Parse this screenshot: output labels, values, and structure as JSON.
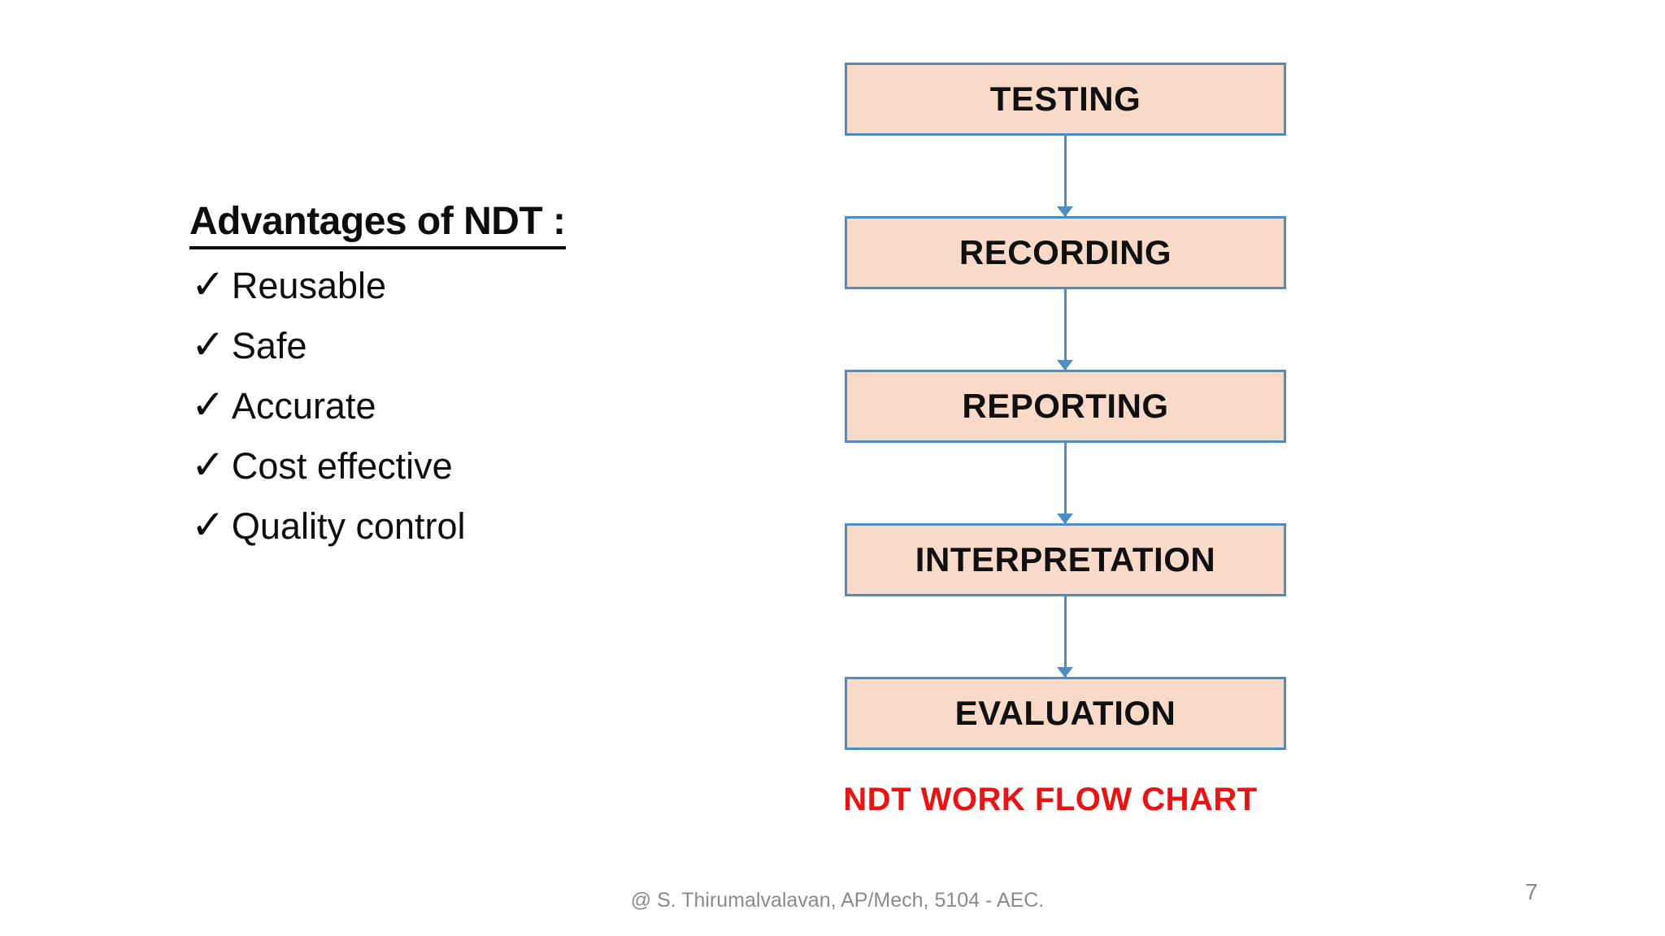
{
  "advantages": {
    "title": "Advantages of NDT :",
    "check_glyph": "✓",
    "items": [
      "Reusable",
      "Safe",
      "Accurate",
      "Cost effective",
      "Quality control"
    ]
  },
  "flowchart": {
    "steps": [
      "TESTING",
      "RECORDING",
      "REPORTING",
      "INTERPRETATION",
      "EVALUATION"
    ],
    "caption": "NDT WORK FLOW CHART"
  },
  "footer": {
    "credit": "@ S. Thirumalvalavan, AP/Mech, 5104 - AEC.",
    "page_number": "7"
  },
  "colors": {
    "box_fill": "#f9dac9",
    "box_border": "#4a8ec5",
    "arrow_blue": "#4a8ec5",
    "caption_red": "#ee1111",
    "footer_gray": "#8a8a8a",
    "text_black": "#0d0d0d",
    "background": "#ffffff"
  }
}
